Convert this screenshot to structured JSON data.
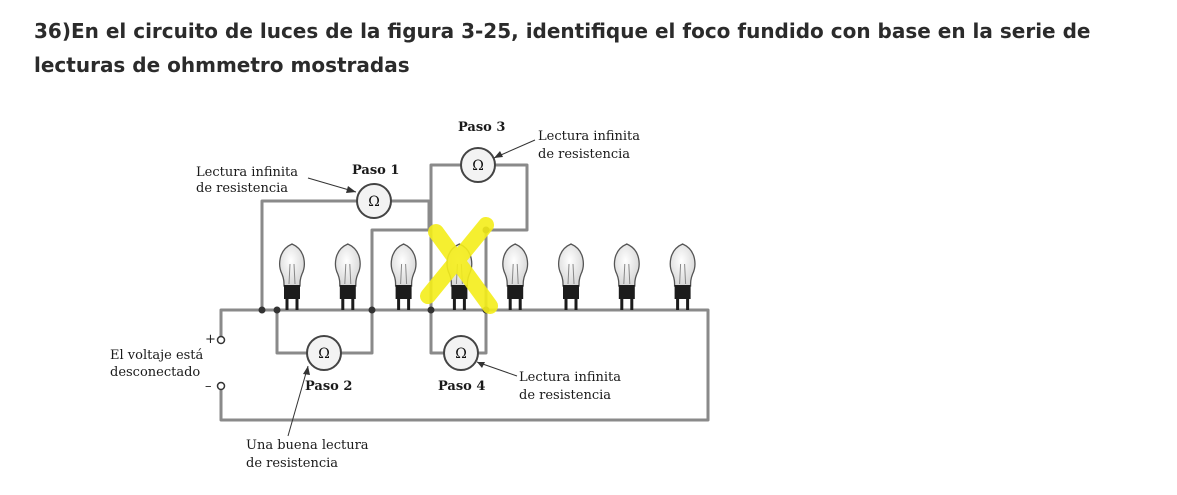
{
  "question": "36)En el circuito de luces de la figura 3-25, identifique el foco fundido con base en la serie de lecturas de ohmmetro mostradas",
  "figure": {
    "ohm_symbol": "Ω",
    "steps": [
      {
        "label": "Paso 1"
      },
      {
        "label": "Paso 2"
      },
      {
        "label": "Paso 3"
      },
      {
        "label": "Paso 4"
      }
    ],
    "callouts": {
      "step1_line1": "Lectura infinita",
      "step1_line2": "de resistencia",
      "step3_line1": "Lectura infinita",
      "step3_line2": "de resistencia",
      "step4_line1": "Lectura infinita",
      "step4_line2": "de resistencia",
      "step2_line1": "Una buena lectura",
      "step2_line2": "de resistencia"
    },
    "voltage_line1": "El voltaje está",
    "voltage_line2": "desconectado",
    "plus_sign": "+",
    "minus_sign": "–",
    "bulb_count": 8,
    "highlight_color": "#f5ee1a",
    "wire_color": "#8a8a8a"
  }
}
